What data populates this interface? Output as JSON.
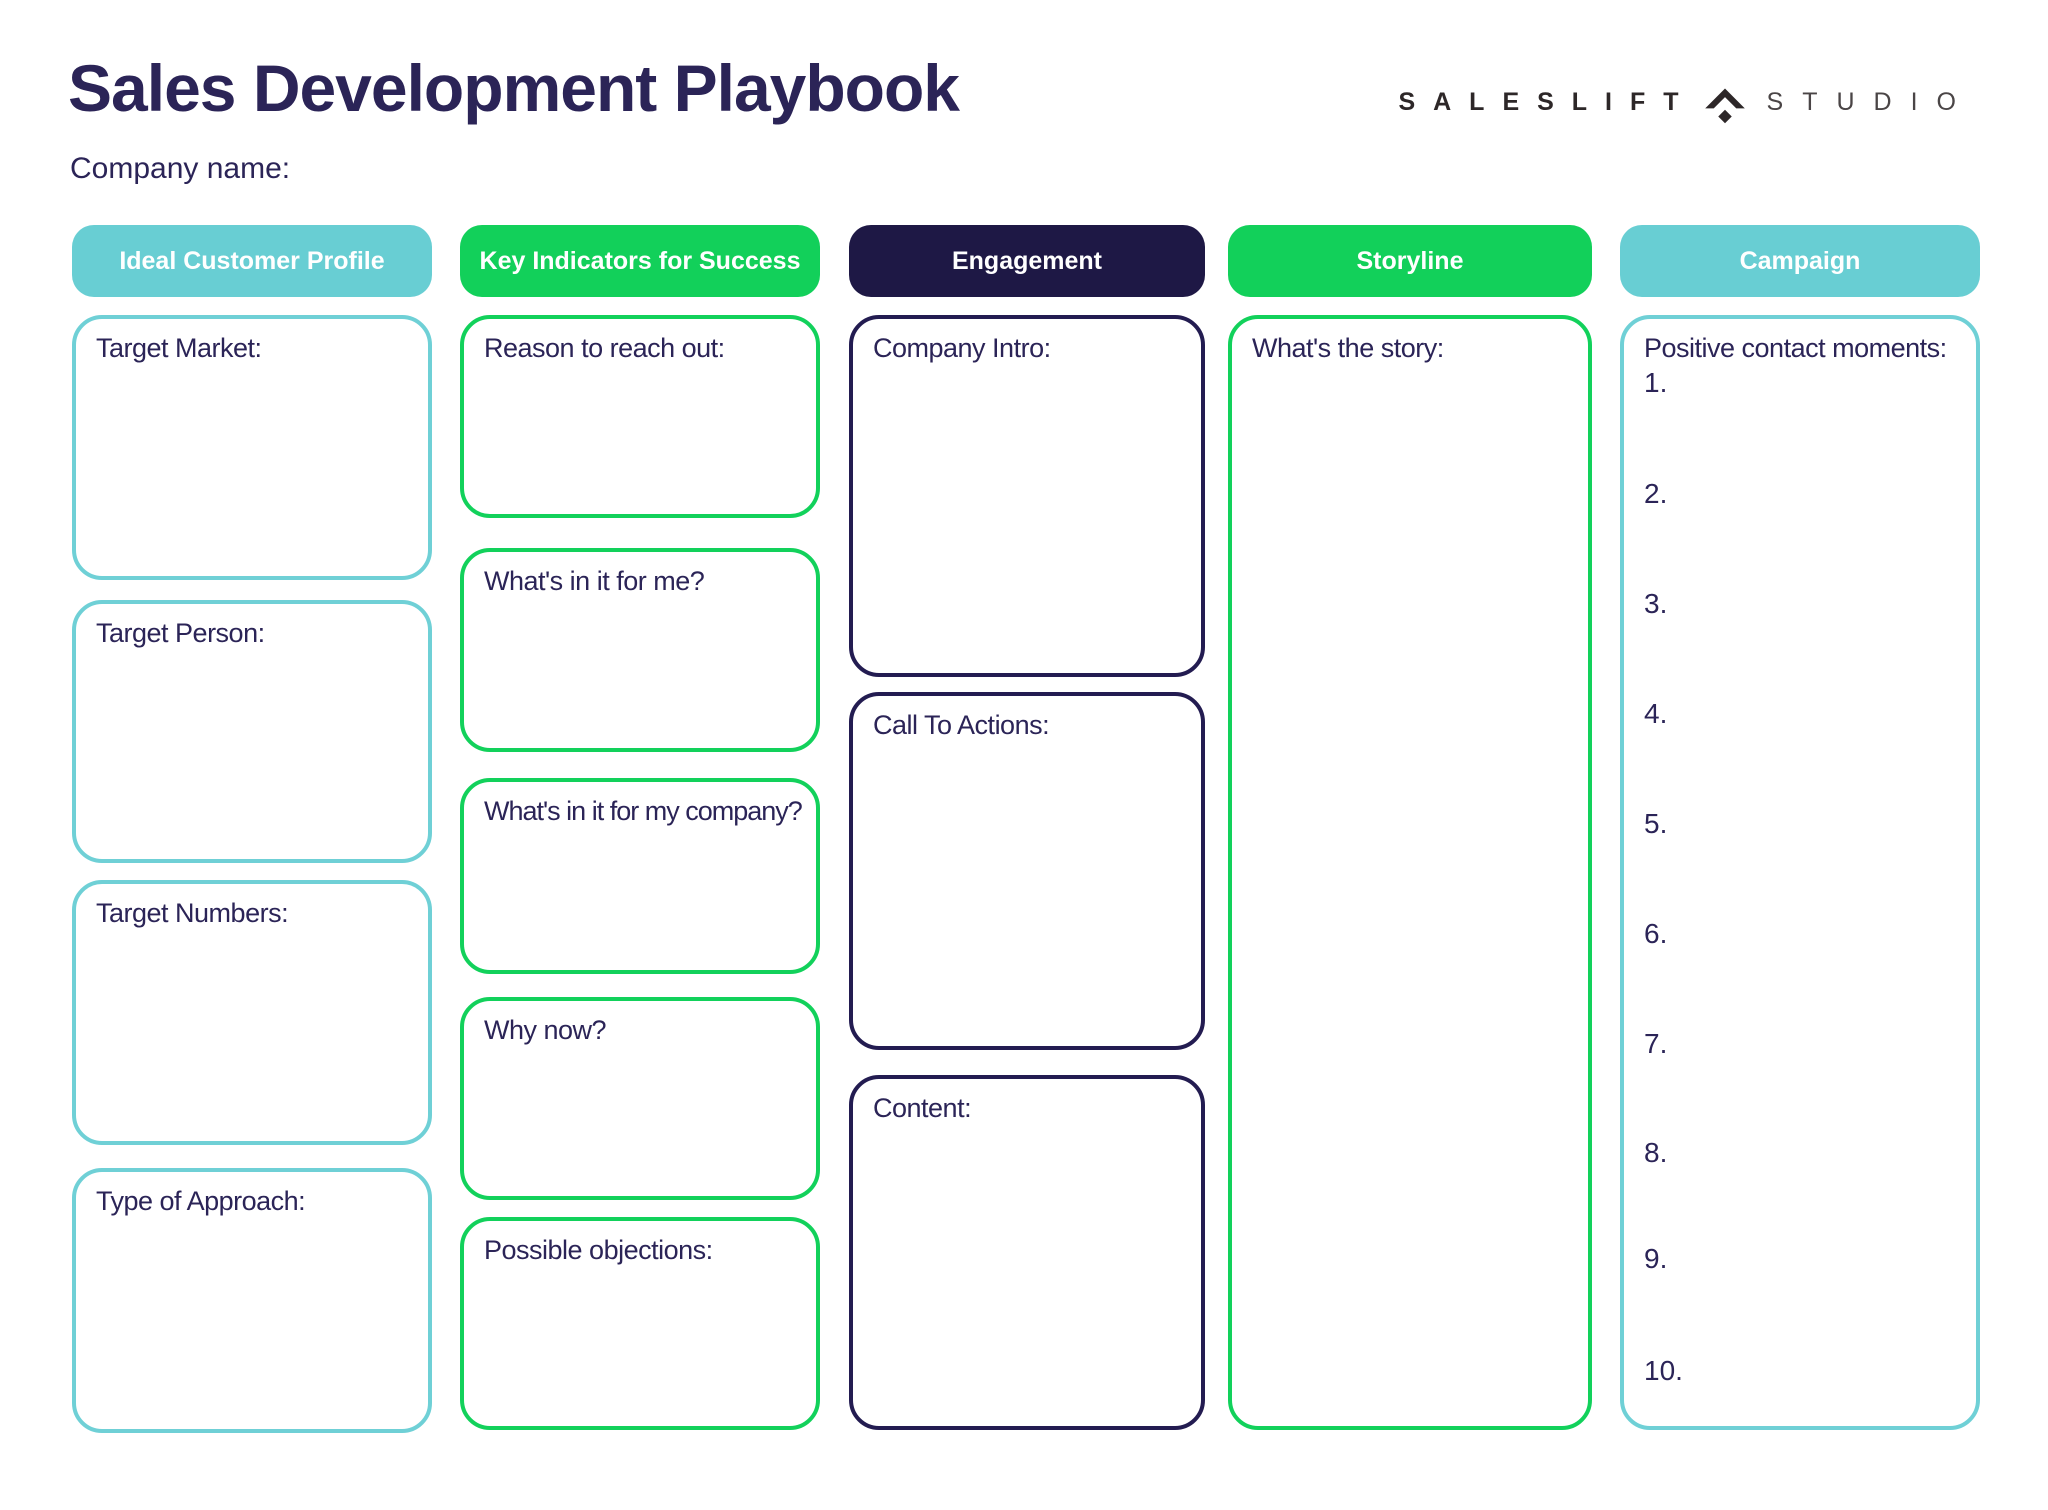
{
  "header": {
    "title": "Sales Development Playbook",
    "company_name_label": "Company name:"
  },
  "logo": {
    "brand": "SALESLIFT",
    "suffix": "STUDIO",
    "icon": "chevron-diamond-icon"
  },
  "colors": {
    "teal": "#68CED3",
    "green": "#12D05A",
    "navy": "#1E1845",
    "label_text": "#2B2457",
    "logo_dark": "#2D2728"
  },
  "columns": [
    {
      "header": "Ideal Customer Profile",
      "boxes": [
        {
          "label": "Target Market:"
        },
        {
          "label": "Target Person:"
        },
        {
          "label": "Target Numbers:"
        },
        {
          "label": "Type of Approach:"
        }
      ]
    },
    {
      "header": "Key Indicators for Success",
      "boxes": [
        {
          "label": "Reason to reach out:"
        },
        {
          "label": "What's in it for me?"
        },
        {
          "label": "What's in it for my company?"
        },
        {
          "label": "Why now?"
        },
        {
          "label": "Possible objections:"
        }
      ]
    },
    {
      "header": "Engagement",
      "boxes": [
        {
          "label": "Company Intro:"
        },
        {
          "label": "Call To Actions:"
        },
        {
          "label": "Content:"
        }
      ]
    },
    {
      "header": "Storyline",
      "boxes": [
        {
          "label": "What's the story:"
        }
      ]
    },
    {
      "header": "Campaign",
      "boxes": [
        {
          "label": "Positive contact moments:",
          "items": [
            "1.",
            "2.",
            "3.",
            "4.",
            "5.",
            "6.",
            "7.",
            "8.",
            "9.",
            "10."
          ]
        }
      ]
    }
  ]
}
